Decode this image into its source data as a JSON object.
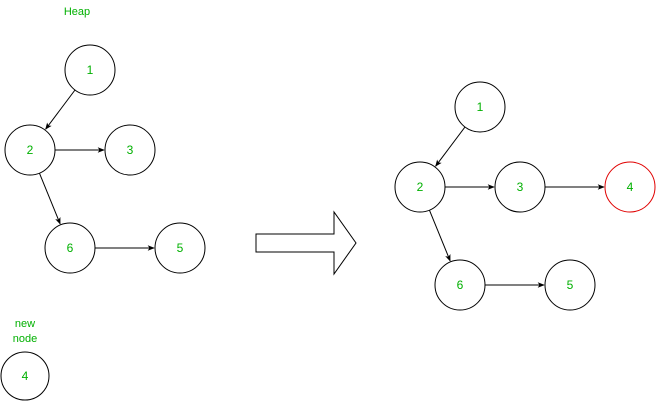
{
  "colors": {
    "label": "#00b000",
    "stroke": "#000000",
    "highlight": "#e00000",
    "background": "#ffffff"
  },
  "left_diagram": {
    "title": "Heap",
    "nodes": [
      {
        "id": "L1",
        "label": "1"
      },
      {
        "id": "L2",
        "label": "2"
      },
      {
        "id": "L3",
        "label": "3"
      },
      {
        "id": "L6",
        "label": "6"
      },
      {
        "id": "L5",
        "label": "5"
      }
    ],
    "edges": [
      {
        "from": "L1",
        "to": "L2"
      },
      {
        "from": "L2",
        "to": "L3"
      },
      {
        "from": "L2",
        "to": "L6"
      },
      {
        "from": "L6",
        "to": "L5"
      }
    ]
  },
  "new_node": {
    "caption_line1": "new",
    "caption_line2": "node",
    "label": "4"
  },
  "transition": {
    "icon": "right-arrow-icon"
  },
  "right_diagram": {
    "nodes": [
      {
        "id": "R1",
        "label": "1"
      },
      {
        "id": "R2",
        "label": "2"
      },
      {
        "id": "R3",
        "label": "3"
      },
      {
        "id": "R4",
        "label": "4",
        "highlighted": true
      },
      {
        "id": "R6",
        "label": "6"
      },
      {
        "id": "R5",
        "label": "5"
      }
    ],
    "edges": [
      {
        "from": "R1",
        "to": "R2"
      },
      {
        "from": "R2",
        "to": "R3"
      },
      {
        "from": "R3",
        "to": "R4"
      },
      {
        "from": "R2",
        "to": "R6"
      },
      {
        "from": "R6",
        "to": "R5"
      }
    ]
  }
}
